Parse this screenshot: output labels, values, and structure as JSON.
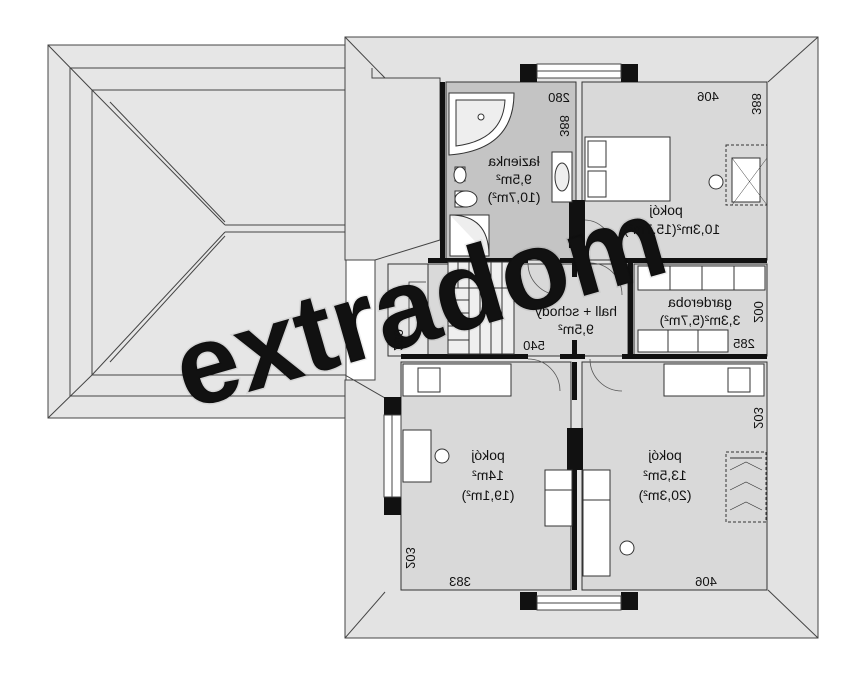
{
  "rooms": {
    "bathroom": {
      "name": "łazienka",
      "area": "9,5m²",
      "area_total": "(10,7m²)"
    },
    "bedroom_top": {
      "name": "pokój",
      "area_line": "10,3m²(15,7m²)"
    },
    "wardrobe": {
      "name": "garderoba",
      "area_line": "3,3m²(5,7m²)"
    },
    "hall": {
      "name": "hall + schody",
      "area": "9,5m²"
    },
    "bedroom_left": {
      "name": "pokój",
      "area": "14m²",
      "area_total": "(19,1m²)"
    },
    "bedroom_right": {
      "name": "pokój",
      "area": "13,5m²",
      "area_total": "(20,3m²)"
    }
  },
  "dimensions": {
    "d280": "280",
    "d406_top": "406",
    "d388_bath": "388",
    "d388_right": "388",
    "d200_right": "200",
    "d285": "285",
    "d200_left": "200",
    "d540": "540",
    "d203_right": "203",
    "d203_left": "203",
    "d383": "383",
    "d406_bottom": "406"
  },
  "watermark": "extradom",
  "colors": {
    "roof": "#e3e3e3",
    "room": "#d9d9d9",
    "bathroom": "#c4c4c4",
    "wall": "#111111",
    "line": "#333333"
  }
}
